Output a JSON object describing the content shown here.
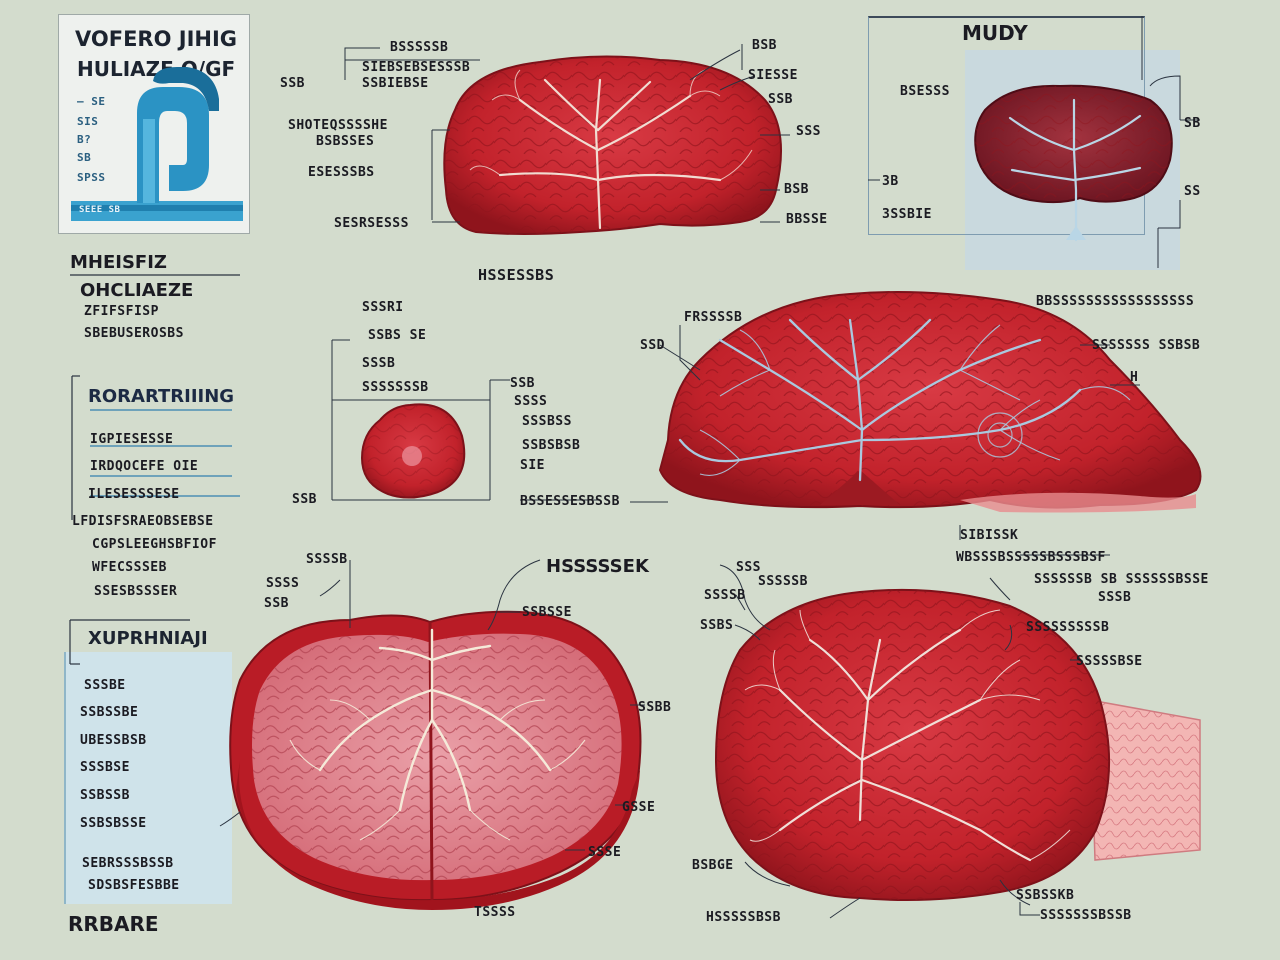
{
  "poster": {
    "title_line1": "VOFERO JIHIG",
    "title_line2": "HULIAZE Q/GF",
    "items": [
      "— SE",
      "SIS",
      "B?",
      "SB",
      "SPSS"
    ],
    "footer": "SEEE SB"
  },
  "panel_top_right": {
    "title": "MUDY",
    "labels": [
      "BSESSS",
      "SB",
      "3B",
      "SS",
      "3SSBIE"
    ]
  },
  "left_column": {
    "heading_a": "MHEISFIZ",
    "sub_a": [
      "OHCLIAEZE",
      "ZFIFSFISP",
      "SBEBUSEROSBS"
    ],
    "box_b_title": "RORARTRIIING",
    "box_b_lines": [
      "IGPIESESSE",
      "IRDQOCEFE OIE",
      "ILESESSSESE"
    ],
    "plain_lines": [
      "LFDISFSRAEOBSEBSE",
      "CGPSLEEGHSBFIOF",
      "WFECSSSEB",
      "SSESBSSSER"
    ],
    "card_title": "XUPRHNIAJI",
    "card_lines": [
      "SSSBE",
      "SSBSSBE",
      "UBESSBSB",
      "SSSBSE",
      "SSBSSB",
      "SSBSBSSE",
      "SEBRSSSBSSB",
      "SDSBSFESBBE"
    ],
    "footer": "RRBARE"
  },
  "top_center": {
    "labels_left": [
      "BSSSSSB",
      "SIEBSEBSESSSB",
      "SSBIEBSE",
      "SSB",
      "SHOTEQSSSSHE",
      "BSBSSES",
      "ESESSSBS",
      "SESRSESSS"
    ],
    "labels_right": [
      "BSB",
      "SIESSE",
      "SSB",
      "SSS",
      "BSB",
      "BBSSE"
    ],
    "caption": "HSSESSBS"
  },
  "middle_left": {
    "labels": [
      "SSSRI",
      "SSBS SE",
      "SSSB",
      "SSSSSSSB",
      "SSB",
      "SSSS",
      "SSSBSS",
      "SSBSBSB",
      "SIE",
      "BSSESSESBSSB",
      "SSB"
    ]
  },
  "middle_right": {
    "labels": [
      "FRSSSSB",
      "SSD",
      "BBSSSSSSSSSSSSSSSSS",
      "SSSSSSS SSBSB",
      "H"
    ]
  },
  "bottom_left": {
    "labels": [
      "SSSSB",
      "SSSS",
      "SSB",
      "HSSSSSEK",
      "SSBSSE",
      "SSBB",
      "GSSE",
      "SSSE",
      "TSSSS"
    ]
  },
  "bottom_right": {
    "labels": [
      "SSS",
      "SSSSSB",
      "SSSSB",
      "SSBS",
      "SIBISSK",
      "WBSSSBSSSSSBSSSBSF",
      "SSSSSSB SB SSSSSSBSSE",
      "SSSB",
      "SSSSSSSSSB",
      "SSSSSBSE",
      "BSBGE",
      "HSSSSSBSB",
      "SSBSSKB",
      "SSSSSSSBSSB"
    ]
  },
  "colors": {
    "background": "#d3dccd",
    "tissue": "#c9232c",
    "tissue_dark": "#8f141c",
    "tissue_light": "#e78a93",
    "vessel": "#f1e6dc",
    "vessel_blue": "#a9c8e0",
    "ink": "#1b1b22",
    "accent_blue": "#2b8fbf"
  }
}
